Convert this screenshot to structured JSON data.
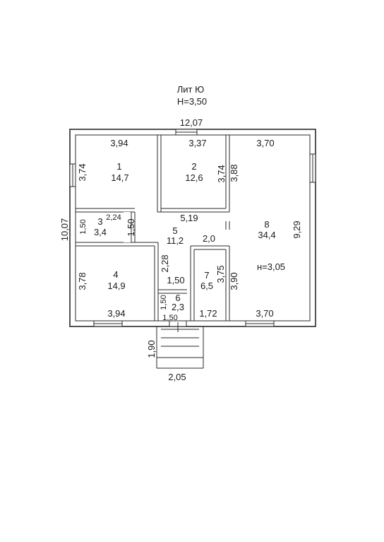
{
  "header": {
    "title": "Лит Ю",
    "height": "Н=3,50"
  },
  "overall": {
    "width": "12,07",
    "depth": "10,07"
  },
  "rooms": [
    {
      "num": "1",
      "area": "14,7"
    },
    {
      "num": "2",
      "area": "12,6"
    },
    {
      "num": "3",
      "area": "3,4"
    },
    {
      "num": "4",
      "area": "14,9"
    },
    {
      "num": "5",
      "area": "11,2"
    },
    {
      "num": "6",
      "area": "2,3"
    },
    {
      "num": "7",
      "area": "6,5"
    },
    {
      "num": "8",
      "area": "34,4"
    }
  ],
  "room8_height": "н=3,05",
  "dims": {
    "r1_top": "3,94",
    "r1_left": "3,74",
    "r2_top": "3,37",
    "r2_right": "3,74",
    "r8_top": "3,70",
    "r8_left": "3,88",
    "r8_right": "9,29",
    "r3_top": "2,24",
    "r3_left": "1,50",
    "r3_right": "1,50",
    "r5_top": "5,19",
    "r5_right": "2,0",
    "r4_left": "3,78",
    "r4_bottom": "3,94",
    "corr_side": "2,28",
    "corr_width": "1,50",
    "r6_side": "1,50",
    "r6_bottom": "1,50",
    "r7_side": "3,75",
    "r7_bottom": "1,72",
    "r8_inner": "3,90",
    "r8_bottom": "3,70",
    "porch_depth": "1,90",
    "porch_width": "2,05"
  }
}
